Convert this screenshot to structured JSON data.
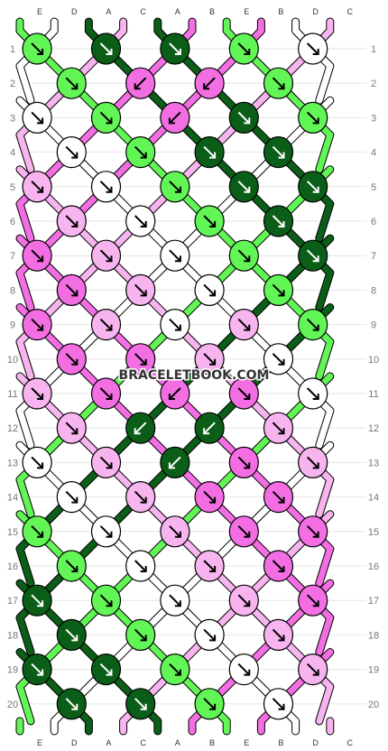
{
  "watermark": "BRACELETBOOK.COM",
  "colors": {
    "A": "#0b5e17",
    "B": "#f26ee2",
    "C": "#f7b4ee",
    "D": "#ffffff",
    "E": "#62f556"
  },
  "strands": [
    "E",
    "D",
    "A",
    "C",
    "A",
    "B",
    "E",
    "B",
    "D",
    "C"
  ],
  "bottom_strands": [
    "E",
    "D",
    "A",
    "C",
    "A",
    "B",
    "E",
    "B",
    "D",
    "C"
  ],
  "rows": [
    "E>A>A>E>D>",
    "E>B<B<E>",
    "D>E>B<A>E>",
    "D>E>A>A>",
    "C>D>E>A>A>",
    "C>D>E>A>",
    "B>C>D>E>A>",
    "B>C>D>E>",
    "B>C>D>C>E>",
    "B>B>C>D>",
    "C>B>B<B>D>",
    "C>A<A<C>",
    "D>C>A<B>C>",
    "D>C>B>B>",
    "E>D>C>B>B>",
    "E>D>C>B>",
    "A>E>D>C>B>",
    "A>E>D>C>",
    "A>A>E>D>C>",
    "A>A>E>D>"
  ],
  "row_numbers": [
    "1",
    "2",
    "3",
    "4",
    "5",
    "6",
    "7",
    "8",
    "9",
    "10",
    "11",
    "12",
    "13",
    "14",
    "15",
    "16",
    "17",
    "18",
    "19",
    "20"
  ]
}
